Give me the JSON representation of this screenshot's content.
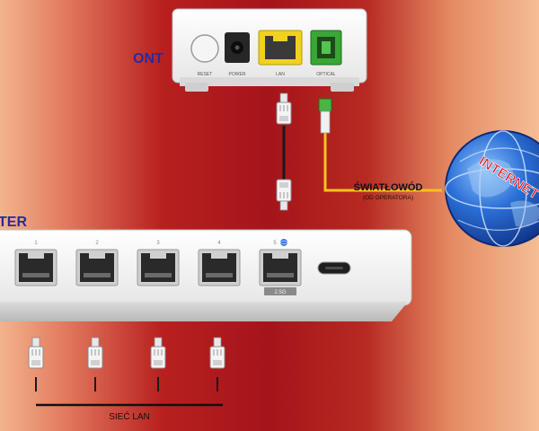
{
  "labels": {
    "ont": "ONT",
    "router_partial": "TER",
    "fiber": "ŚWIATŁOWÓD",
    "fiber_sub": "(OD OPERATORA)",
    "lan": "SIEĆ LAN",
    "internet": "INTERNET"
  },
  "ont_ports": {
    "reset": "RESET",
    "power": "POWER",
    "lan": "LAN",
    "optical": "OPTICAL"
  },
  "router_ports": [
    "1",
    "2",
    "3",
    "4",
    "5"
  ],
  "router_port5_badge": "2.5G",
  "colors": {
    "background_center": "#a5141a",
    "background_edge": "#f2b48c",
    "lan_port_yellow": "#f0d21e",
    "optical_port_green": "#3aa634",
    "fiber_cable": "#f5c21b",
    "label_blue": "#2a2a9a",
    "globe_blue": "#1f55c8"
  },
  "icons": [
    "ethernet-plug-icon",
    "fiber-connector-icon",
    "globe-icon",
    "usb-c-port-icon"
  ]
}
